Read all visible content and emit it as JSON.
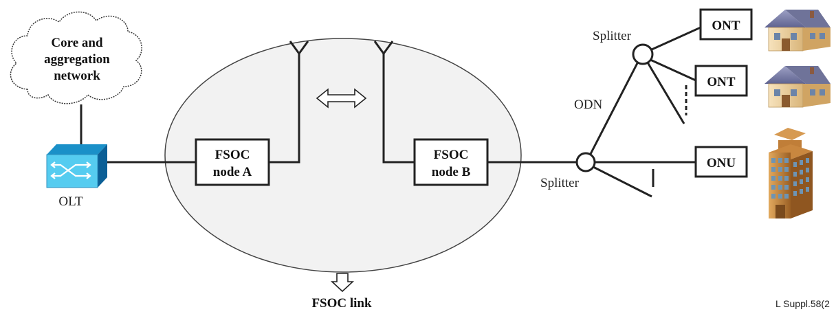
{
  "cloud": {
    "line1": "Core and",
    "line2": "aggregation",
    "line3": "network"
  },
  "olt": {
    "label": "OLT",
    "icon": "switch-icon"
  },
  "node_a": {
    "line1": "FSOC",
    "line2": "node A"
  },
  "node_b": {
    "line1": "FSOC",
    "line2": "node B"
  },
  "splitter_top": {
    "label": "Splitter"
  },
  "splitter_bottom": {
    "label": "Splitter"
  },
  "odn": {
    "label": "ODN"
  },
  "terminals": {
    "ont1": "ONT",
    "ont2": "ONT",
    "onu": "ONU"
  },
  "fsoc_link": {
    "label": "FSOC link"
  },
  "figure_id": {
    "label": "L Suppl.58(2"
  },
  "colors": {
    "olt_face": "#55ccf0",
    "olt_top": "#1a90c8",
    "olt_side": "#0b5f96",
    "house_wall": "#f3d9a9",
    "house_roof": "#7b7fa8",
    "building": "#c98a43"
  }
}
